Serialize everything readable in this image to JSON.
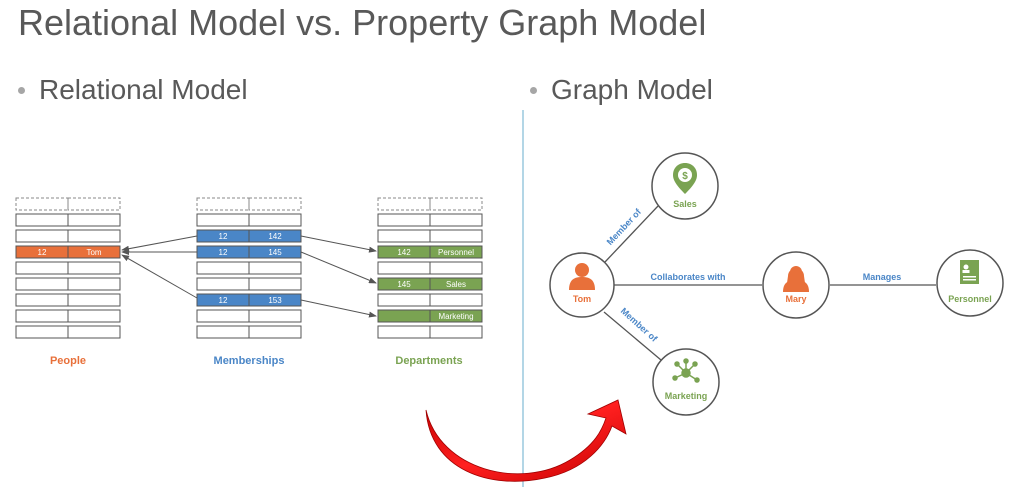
{
  "title": "Relational Model vs. Property Graph Model",
  "left_heading": "Relational Model",
  "right_heading": "Graph Model",
  "colors": {
    "people": "#e8703a",
    "memberships": "#4a86c7",
    "departments": "#7aa352",
    "edge_label": "#4a86c7",
    "text_gray": "#595959"
  },
  "relational": {
    "people": {
      "label": "People",
      "highlight_row": {
        "id": "12",
        "name": "Tom"
      }
    },
    "memberships": {
      "label": "Memberships",
      "rows": [
        {
          "person": "12",
          "dept": "142"
        },
        {
          "person": "12",
          "dept": "145"
        },
        {
          "person": "12",
          "dept": "153"
        }
      ]
    },
    "departments": {
      "label": "Departments",
      "rows": [
        {
          "id": "142",
          "name": "Personnel"
        },
        {
          "id": "145",
          "name": "Sales"
        },
        {
          "id": "",
          "name": "Marketing"
        }
      ]
    }
  },
  "graph": {
    "nodes": {
      "tom": {
        "label": "Tom",
        "icon": "person-icon"
      },
      "mary": {
        "label": "Mary",
        "icon": "person-icon"
      },
      "sales": {
        "label": "Sales",
        "icon": "dollar-pin-icon"
      },
      "marketing": {
        "label": "Marketing",
        "icon": "network-icon"
      },
      "personnel": {
        "label": "Personnel",
        "icon": "document-icon"
      }
    },
    "edges": {
      "tom_sales": "Member of",
      "tom_marketing": "Member of",
      "tom_mary": "Collaborates with",
      "mary_personnel": "Manages"
    }
  }
}
